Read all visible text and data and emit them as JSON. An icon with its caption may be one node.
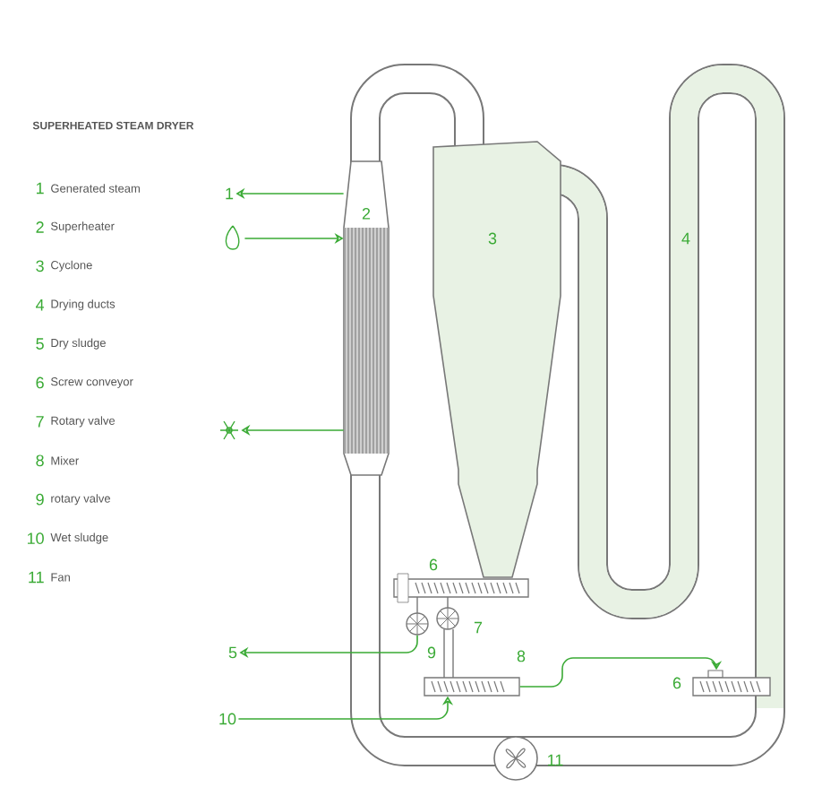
{
  "diagram": {
    "title": "SUPERHEATED STEAM DRYER",
    "nodes": [
      {
        "text": [
          "1"
        ]
      },
      {
        "text": [],
        "shape": "flame"
      },
      {
        "text": [],
        "shape": "snowflake"
      },
      {
        "text": [
          "5"
        ]
      },
      {
        "text": [
          "10"
        ]
      },
      {
        "text": [
          "2"
        ]
      },
      {
        "text": [],
        "shape": "circle",
        "beside": [
          "9"
        ]
      },
      {
        "text": [],
        "shape": "box",
        "beside": [
          "8"
        ]
      },
      {
        "text": [],
        "shape": "box",
        "beside": [
          "6"
        ]
      }
    ],
    "edges": [
      {
        "from": 5,
        "to": 0,
        "arrow": "to"
      },
      {
        "from": 1,
        "to": 5,
        "arrow": "to"
      },
      {
        "from": 5,
        "to": 2,
        "arrow": "to"
      },
      {
        "from": 6,
        "to": 3,
        "arrow": "to"
      },
      {
        "from": 4,
        "to": 7,
        "arrow": "to"
      },
      {
        "from": 7,
        "to": 8,
        "arrow": "to"
      }
    ],
    "labels": [
      "1",
      "Generated steam",
      "2",
      "Superheater",
      "3",
      "Cyclone",
      "4",
      "Drying ducts",
      "5",
      "Dry sludge",
      "6",
      "Screw conveyor",
      "7",
      "Rotary valve",
      "8",
      "Mixer",
      "9",
      "rotary valve",
      "10",
      "Wet sludge",
      "11",
      "Fan",
      "3",
      "4",
      "6",
      "7",
      "11"
    ]
  }
}
